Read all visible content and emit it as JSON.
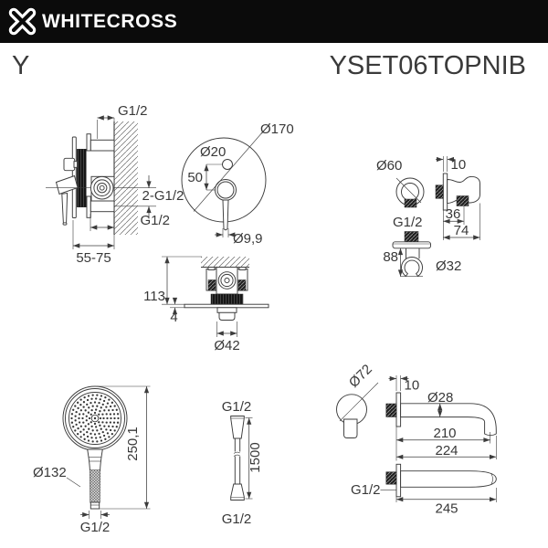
{
  "header": {
    "brand": "WHITECROSS",
    "logo_icon": "whitecross-x-icon",
    "bg": "#0b0b0b",
    "fg": "#ffffff"
  },
  "product": {
    "series": "Y",
    "model": "YSET06TOPNIB"
  },
  "line_color": "#3c3c3c",
  "components": {
    "mixer_side": {
      "name": "concealed mixer valve side view",
      "dims": {
        "top_thread": "G1/2",
        "outlet_threads": "2-G1/2",
        "bottom_thread": "G1/2",
        "install_depth": "55-75"
      }
    },
    "mixer_front": {
      "name": "mixer trim plate front view",
      "dims": {
        "plate_diameter": "Ø170",
        "diverter_diameter": "Ø20",
        "center_offset": "50",
        "lever_diameter": "Ø9,9"
      }
    },
    "mixer_top": {
      "name": "mixer top view",
      "dims": {
        "depth": "113",
        "plate_thickness": "4",
        "knob_diameter": "Ø42"
      }
    },
    "wall_outlet": {
      "name": "wall shower outlet with hand shower holder",
      "dims": {
        "flange_diameter": "Ø60",
        "thread": "G1/2",
        "plate_thickness": "10",
        "proj_a": "36",
        "proj_b": "74",
        "holder_height": "88",
        "holder_diameter": "Ø32"
      }
    },
    "hand_shower": {
      "name": "hand shower",
      "dims": {
        "head_diameter": "Ø132",
        "length": "250,1",
        "thread": "G1/2"
      }
    },
    "hose": {
      "name": "shower hose",
      "dims": {
        "top_thread": "G1/2",
        "length": "1500",
        "bottom_thread": "G1/2"
      }
    },
    "spout": {
      "name": "wall bath spout",
      "dims": {
        "flange_diameter": "Ø72",
        "plate_thickness": "10",
        "tube_diameter": "Ø28",
        "reach": "210",
        "total_reach": "224",
        "thread": "G1/2",
        "total_length": "245"
      }
    }
  }
}
